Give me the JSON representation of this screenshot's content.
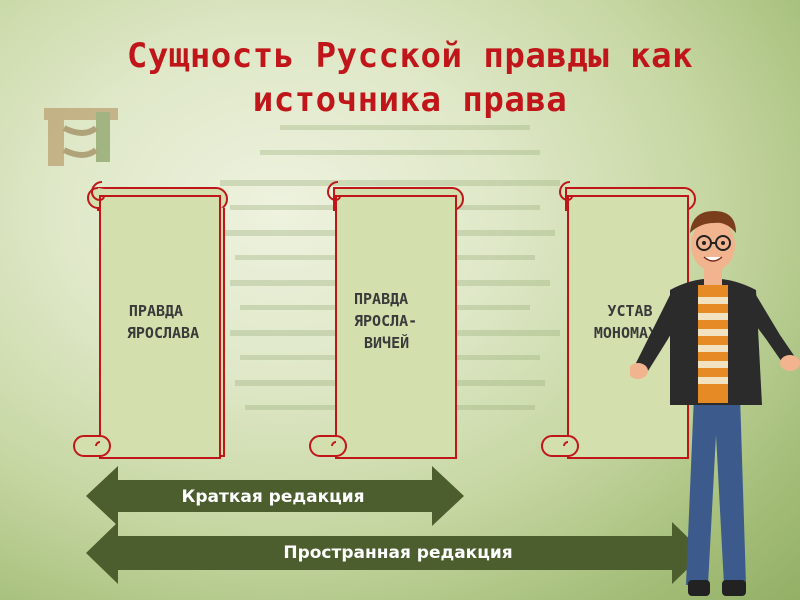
{
  "title": {
    "line1": "Сущность Русской правды как",
    "line2": "источника права"
  },
  "scrolls": [
    {
      "lines": [
        "ПРАВДА",
        "ЯРОСЛАВА"
      ]
    },
    {
      "lines": [
        "ПРАВДА",
        "ЯРОСЛА-",
        "ВИЧЕЙ"
      ]
    },
    {
      "lines": [
        "УСТАВ",
        "МОНОМАХА"
      ]
    }
  ],
  "arrows": {
    "short_label": "Краткая редакция",
    "long_label": "Пространная редакция"
  },
  "colors": {
    "title": "#c0161a",
    "scroll_border": "#c0161a",
    "scroll_fill": "#d3e0ad",
    "arrow": "#4c5e2e"
  },
  "icons": [
    "decorated-initial-letter",
    "scroll-icon",
    "character-illustration"
  ]
}
